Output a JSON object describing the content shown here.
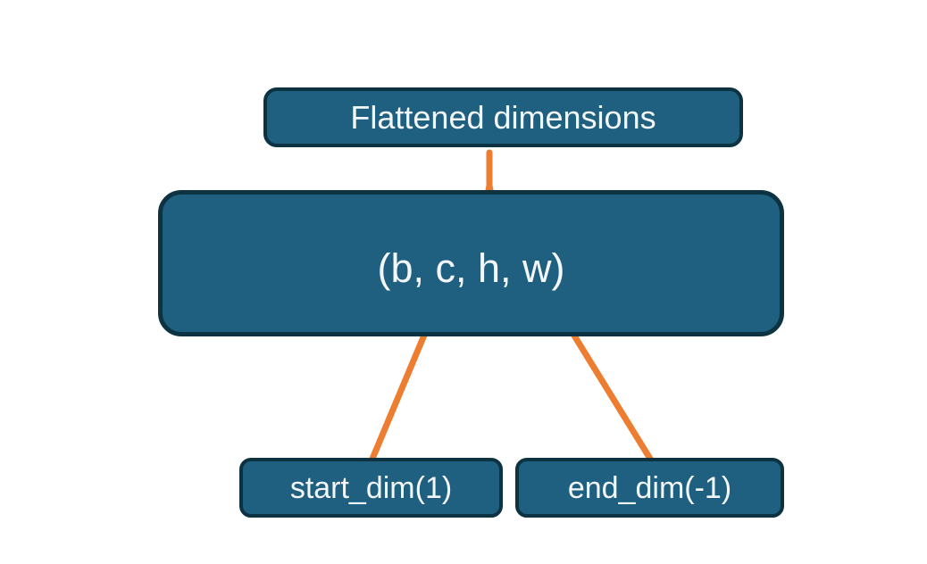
{
  "colors": {
    "box_fill": "#1f5f7f",
    "box_border": "#0d3342",
    "connector_orange": "#ed7d31",
    "text_light": "#f4f7f9",
    "page_bg": "#ffffff"
  },
  "diagram": {
    "top_box": {
      "label": "Flattened dimensions"
    },
    "main_box": {
      "label": "(b, c, h, w)"
    },
    "bottom_left_box": {
      "label": "start_dim(1)"
    },
    "bottom_right_box": {
      "label": "end_dim(-1)"
    }
  }
}
